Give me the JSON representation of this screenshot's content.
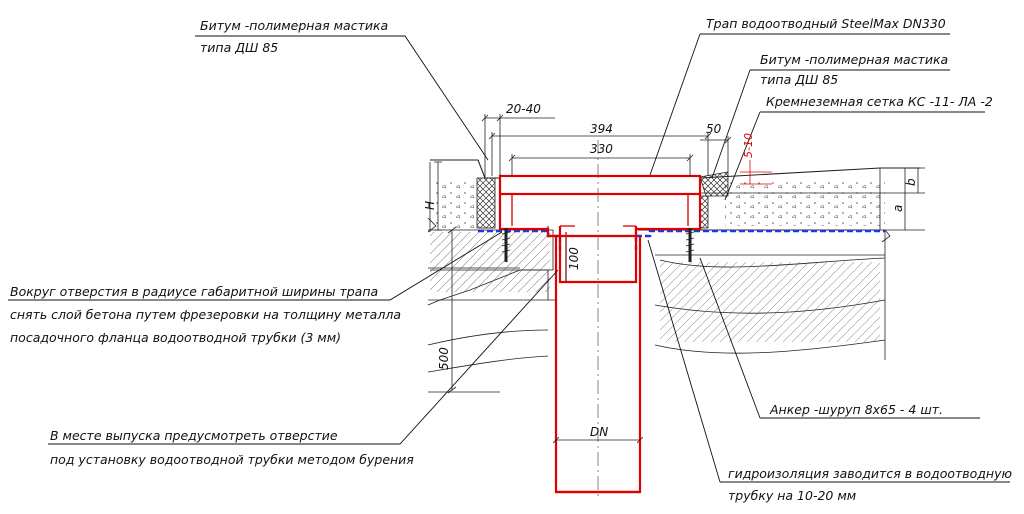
{
  "callouts": {
    "mastic_left_line1": "Битум -полимерная мастика",
    "mastic_left_line2": "типа ДШ 85",
    "drain_title": "Трап водоотводный  SteelMax DN330",
    "mastic_right_line1": "Битум -полимерная мастика",
    "mastic_right_line2": "типа ДШ 85",
    "mesh": "Кремнеземная сетка КС -11- ЛА -2",
    "milling_line1": "Вокруг отверстия в радиусе габаритной ширины трапа",
    "milling_line2": "снять слой бетона путем фрезеровки на толщину металла",
    "milling_line3": "посадочного фланца водоотводной трубки  (3 мм)",
    "drilling_line1": "В месте выпуска предусмотреть отверстие",
    "drilling_line2": "под установку водоотводной трубки методом бурения",
    "anchor": "Анкер -шуруп  8х65  -  4  шт.",
    "waterproofing_line1": "гидроизоляция заводится в водоотводную",
    "waterproofing_line2": "трубку на  10-20 мм"
  },
  "dimensions": {
    "d_20_40": "20-40",
    "d_394": "394",
    "d_330": "330",
    "d_50": "50",
    "d_5_10": "5-10",
    "d_H": "H",
    "d_a": "a",
    "d_b": "b",
    "d_100": "100",
    "d_500": "500",
    "d_DN": "DN"
  },
  "colors": {
    "drain_outline": "#e00000",
    "waterproofing": "#1a3bdc",
    "lines": "#222222"
  }
}
